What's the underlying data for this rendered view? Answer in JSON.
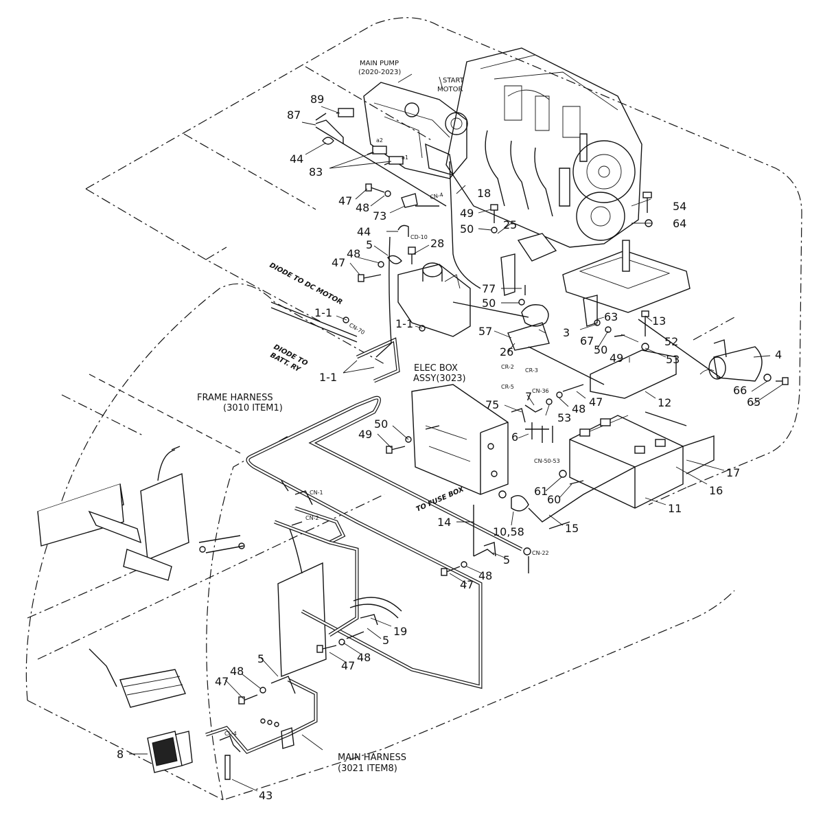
{
  "diagram": {
    "group_labels": {
      "main_pump": [
        "MAIN PUMP",
        "(2020-2023)"
      ],
      "start_motor": [
        "START",
        "MOTOR"
      ],
      "elec_box": [
        "ELEC BOX",
        "ASSY(3023)"
      ],
      "frame_harness": [
        "FRAME HARNESS",
        "(3010 ITEM1)"
      ],
      "main_harness": [
        "MAIN HARNESS",
        "(3021 ITEM8)"
      ],
      "diode_dc_motor": "DIODE TO DC MOTOR",
      "diode_batt": [
        "DIODE TO",
        "BATT. RY"
      ],
      "to_fuse_box": "TO FUSE BOX"
    },
    "connectors": {
      "cn4": "CN-4",
      "cd10": "CD-10",
      "cn70": "CN-70",
      "cr2": "CR-2",
      "cr3": "CR-3",
      "cr5": "CR-5",
      "cn36": "CN-36",
      "cn5053": "CN-50-53",
      "cn1": "CN-1",
      "cn2": "CN-2",
      "cn22": "CN-22",
      "cl4": "CL-4",
      "a2": "a2",
      "a1": "a1"
    },
    "callouts": {
      "c89": "89",
      "c87": "87",
      "c44a": "44",
      "c83": "83",
      "c47a": "47",
      "c48a": "48",
      "c73": "73",
      "c18": "18",
      "c49a": "49",
      "c50a": "50",
      "c25": "25",
      "c54": "54",
      "c64": "64",
      "c44b": "44",
      "c5a": "5",
      "c28": "28",
      "c48b": "48",
      "c47b": "47",
      "c77": "77",
      "c50b": "50",
      "c63": "63",
      "c13": "13",
      "c11a": "1-1",
      "c11b": "1-1",
      "c11c": "1-1",
      "c57": "57",
      "c3": "3",
      "c67": "67",
      "c50c": "50",
      "c52": "52",
      "c26": "26",
      "c49b": "49",
      "c53a": "53",
      "c4": "4",
      "c7": "7",
      "c75": "75",
      "c53b": "53",
      "c48c": "48",
      "c47c": "47",
      "c12": "12",
      "c66": "66",
      "c65": "65",
      "c50d": "50",
      "c49c": "49",
      "c6": "6",
      "c17": "17",
      "c16": "16",
      "c61": "61",
      "c60": "60",
      "c11": "11",
      "c14": "14",
      "c1058": "10,58",
      "c15": "15",
      "c5b": "5",
      "c48d": "48",
      "c47d": "47",
      "c19": "19",
      "c5c": "5",
      "c48e": "48",
      "c47e": "47",
      "c5d": "5",
      "c48f": "48",
      "c47f": "47",
      "c8": "8",
      "c43": "43"
    }
  }
}
